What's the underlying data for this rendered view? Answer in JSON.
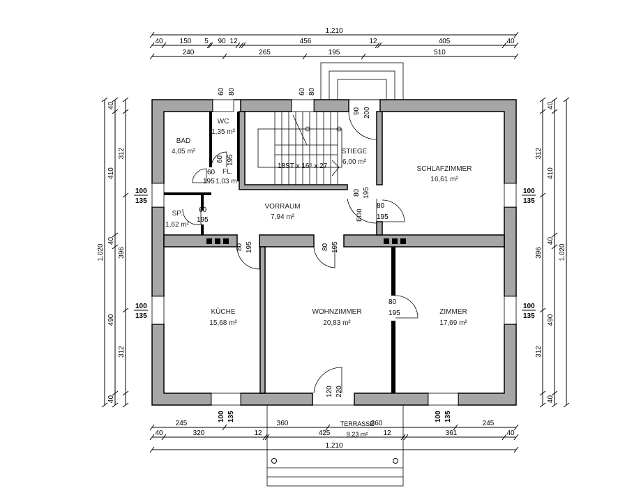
{
  "rooms": {
    "bad": {
      "name": "BAD",
      "area": "4,05 m²"
    },
    "wc": {
      "name": "WC",
      "area": "1,35 m²"
    },
    "fl": {
      "name": "FL.",
      "area": "1,03 m²"
    },
    "sp": {
      "name": "SP.",
      "area": "1,62 m²"
    },
    "stiege": {
      "name": "STIEGE",
      "area": "6,00 m²"
    },
    "schlafzimmer": {
      "name": "SCHLAFZIMMER",
      "area": "16,61 m²"
    },
    "vorraum": {
      "name": "VORRAUM",
      "area": "7,94 m²"
    },
    "kueche": {
      "name": "KÜCHE",
      "area": "15,68 m²"
    },
    "wohnzimmer": {
      "name": "WOHNZIMMER",
      "area": "20,83 m²"
    },
    "zimmer": {
      "name": "ZIMMER",
      "area": "17,69 m²"
    },
    "terrasse": {
      "name": "TERRASSE",
      "area": "9,23 m²"
    }
  },
  "stair_label": "18ST x 16⁵ x 27",
  "fire_door": "EI30",
  "dims": {
    "top": {
      "total": "1.210",
      "row2": [
        "40",
        "150",
        "5",
        "90",
        "12",
        "456",
        "12",
        "405",
        "40"
      ],
      "row3": [
        "240",
        "265",
        "195",
        "510"
      ]
    },
    "bottom": {
      "row1": [
        "245",
        "360",
        "360",
        "245"
      ],
      "row2": [
        "40",
        "320",
        "12",
        "425",
        "12",
        "361",
        "40"
      ],
      "total": "1.210"
    },
    "left": {
      "total": "1.020",
      "row2": [
        "40",
        "410",
        "40",
        "490",
        "40"
      ],
      "row3": [
        "312",
        "396",
        "312"
      ]
    },
    "right": {
      "total": "1.020",
      "row2": [
        "40",
        "410",
        "40",
        "490",
        "40"
      ],
      "row3": [
        "312",
        "396",
        "312"
      ]
    }
  },
  "openings": {
    "window_w": "100",
    "window_h": "135",
    "wc_door": [
      "60",
      "195"
    ],
    "fl_door": [
      "60",
      "195"
    ],
    "sp_door": [
      "60",
      "195"
    ],
    "top_windows": [
      "60",
      "80"
    ],
    "entry_door": [
      "90",
      "200"
    ],
    "stair_door": [
      "80",
      "195"
    ],
    "schlaf_door": [
      "80",
      "195"
    ],
    "kueche_door": [
      "80",
      "195"
    ],
    "wohn_door": [
      "80",
      "195"
    ],
    "zimmer_door": [
      "80",
      "195"
    ],
    "terrace_door": [
      "120",
      "220"
    ]
  }
}
